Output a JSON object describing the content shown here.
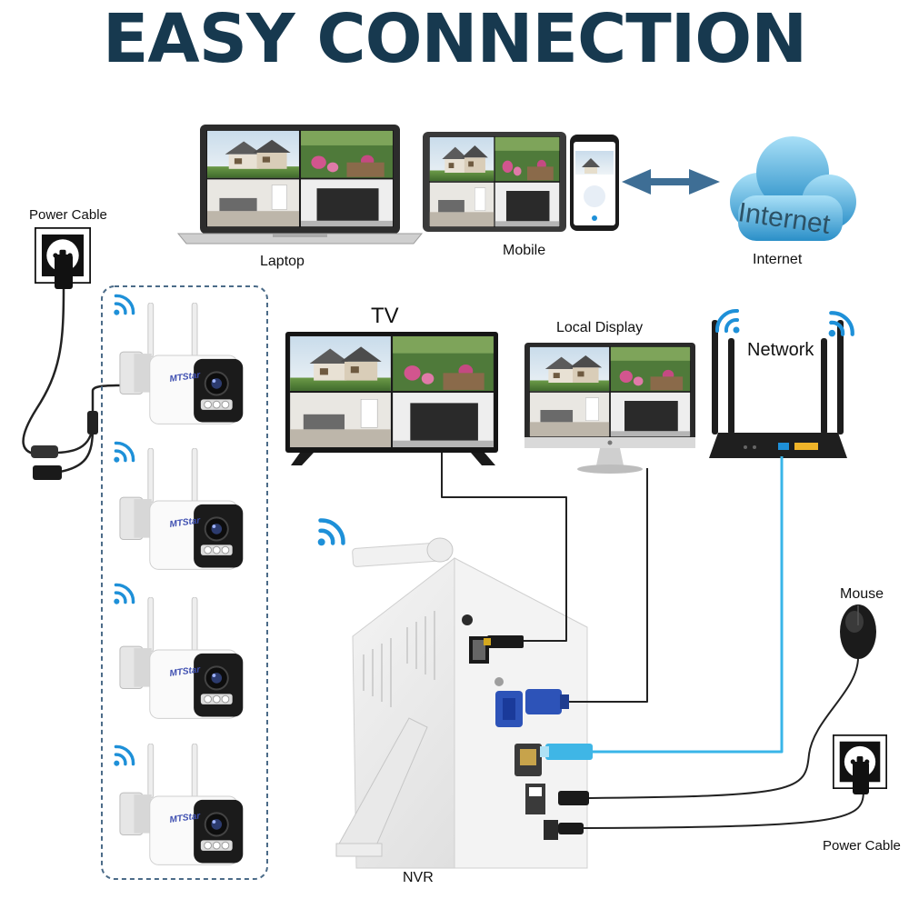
{
  "title": "EASY CONNECTION",
  "labels": {
    "laptop": "Laptop",
    "mobile": "Mobile",
    "internet_caption": "Internet",
    "internet_cloud_text": "Internet",
    "power_cable_left": "Power Cable",
    "power_cable_right": "Power Cable",
    "tv": "TV",
    "local_display": "Local Display",
    "network": "Network",
    "mouse": "Mouse",
    "nvr": "NVR"
  },
  "cameras": [
    {
      "brand": "MTStar"
    },
    {
      "brand": "MTStar"
    },
    {
      "brand": "MTStar"
    },
    {
      "brand": "MTStar"
    }
  ],
  "colors": {
    "title": "#17394f",
    "wifi": "#1e90d8",
    "arrow": "#3e6e95",
    "cloud_light": "#8fd4f2",
    "cloud_dark": "#2a8fc8",
    "cable_dark": "#222222",
    "cable_network": "#39b5e8",
    "dashed_box": "#4b6b88"
  },
  "icons": [
    "wifi-icon",
    "double-arrow-icon",
    "cloud-icon",
    "power-socket-icon",
    "router-icon",
    "mouse-icon"
  ]
}
